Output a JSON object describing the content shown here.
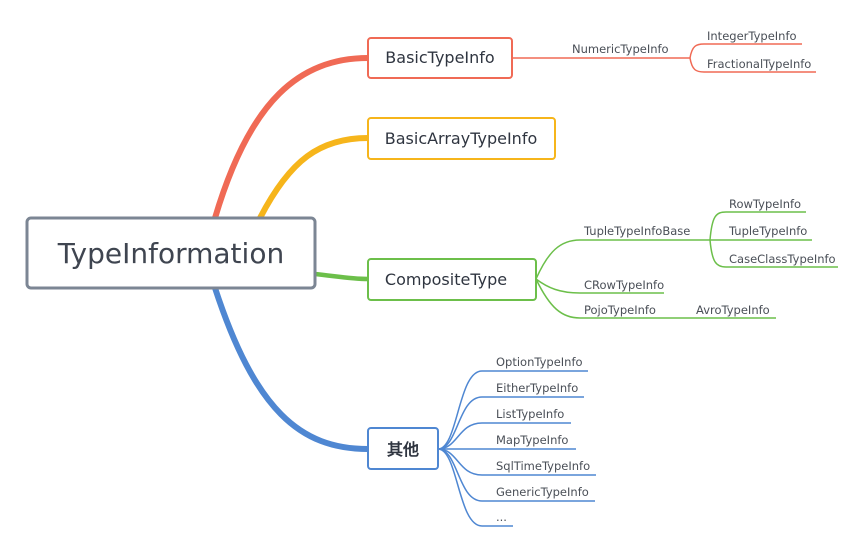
{
  "colors": {
    "basic": "#f06a55",
    "array": "#f6b51b",
    "composite": "#6cbf4a",
    "other": "#4f87d2",
    "root_border": "#7c8694"
  },
  "root": {
    "label": "TypeInformation"
  },
  "branches": {
    "basic": {
      "label": "BasicTypeInfo",
      "numeric": {
        "label": "NumericTypeInfo",
        "integer": "IntegerTypeInfo",
        "fractional": "FractionalTypeInfo"
      }
    },
    "array": {
      "label": "BasicArrayTypeInfo"
    },
    "composite": {
      "label": "CompositeType",
      "tuple_base": {
        "label": "TupleTypeInfoBase",
        "row": "RowTypeInfo",
        "tuple": "TupleTypeInfo",
        "case_class": "CaseClassTypeInfo"
      },
      "crow": "CRowTypeInfo",
      "pojo": {
        "label": "PojoTypeInfo",
        "avro": "AvroTypeInfo"
      }
    },
    "other": {
      "label": "其他",
      "items": [
        "OptionTypeInfo",
        "EitherTypeInfo",
        "ListTypeInfo",
        "MapTypeInfo",
        "SqlTimeTypeInfo",
        "GenericTypeInfo",
        "..."
      ]
    }
  }
}
